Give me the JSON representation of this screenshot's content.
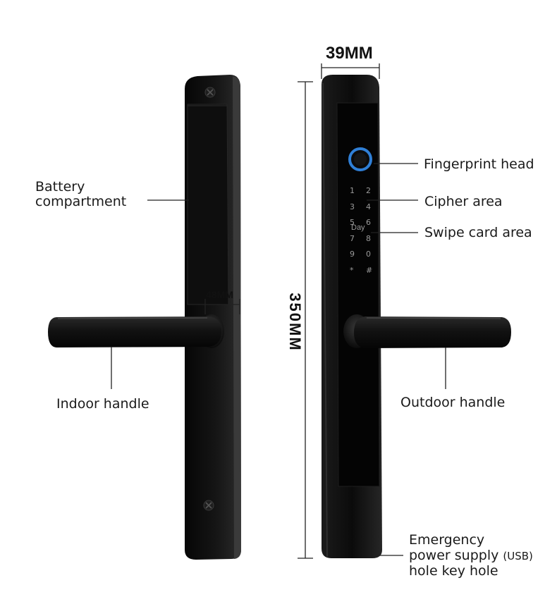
{
  "dimensions": {
    "width": "39MM",
    "height": "350MM",
    "handle_gap": "48MM"
  },
  "labels": {
    "battery_line1": "Battery",
    "battery_line2": "compartment",
    "indoor_handle": "Indoor handle",
    "fingerprint_head": "Fingerprint head",
    "cipher_area": "Cipher area",
    "swipe_card_area": "Swipe card area",
    "outdoor_handle": "Outdoor handle",
    "emergency_line1": "Emergency",
    "emergency_line2": "power supply",
    "emergency_usb": "(USB)",
    "emergency_line3": "hole key hole"
  },
  "keypad": {
    "keys": [
      "1",
      "2",
      "3",
      "4",
      "5",
      "6",
      "7",
      "8",
      "9",
      "0",
      "*",
      "#"
    ],
    "day_label": "Day"
  },
  "colors": {
    "lock_body": "#101010",
    "lock_edge": "#2a2a2a",
    "panel": "#050505",
    "fingerprint_ring": "#2f7fd6",
    "key_text": "#9a9a9a",
    "line": "#222222"
  }
}
